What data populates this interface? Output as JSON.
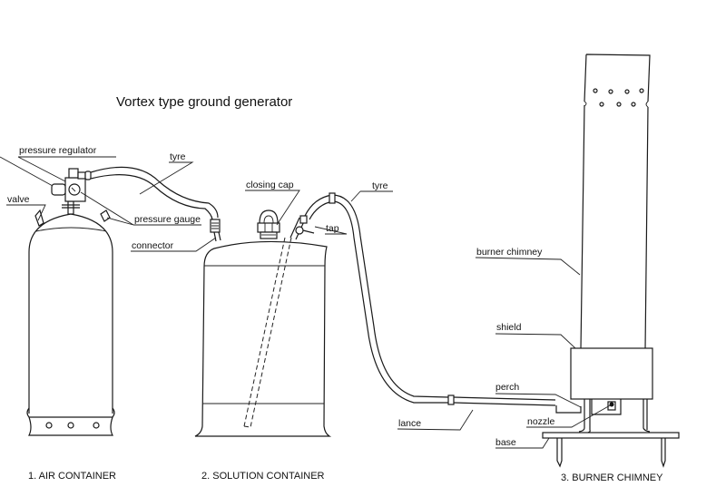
{
  "title": "Vortex type ground generator",
  "labels": {
    "pressure_regulator": "pressure regulator",
    "tyre_1": "tyre",
    "valve": "valve",
    "pressure_gauge": "pressure gauge",
    "connector": "connector",
    "closing_cap": "closing cap",
    "tyre_2": "tyre",
    "tap": "tap",
    "burner_chimney": "burner chimney",
    "shield": "shield",
    "perch": "perch",
    "lance": "lance",
    "nozzle": "nozzle",
    "base": "base"
  },
  "captions": {
    "air_container": "1. AIR CONTAINER",
    "solution_container": "2. SOLUTION CONTAINER",
    "burner_chimney": "3. BURNER CHIMNEY"
  }
}
